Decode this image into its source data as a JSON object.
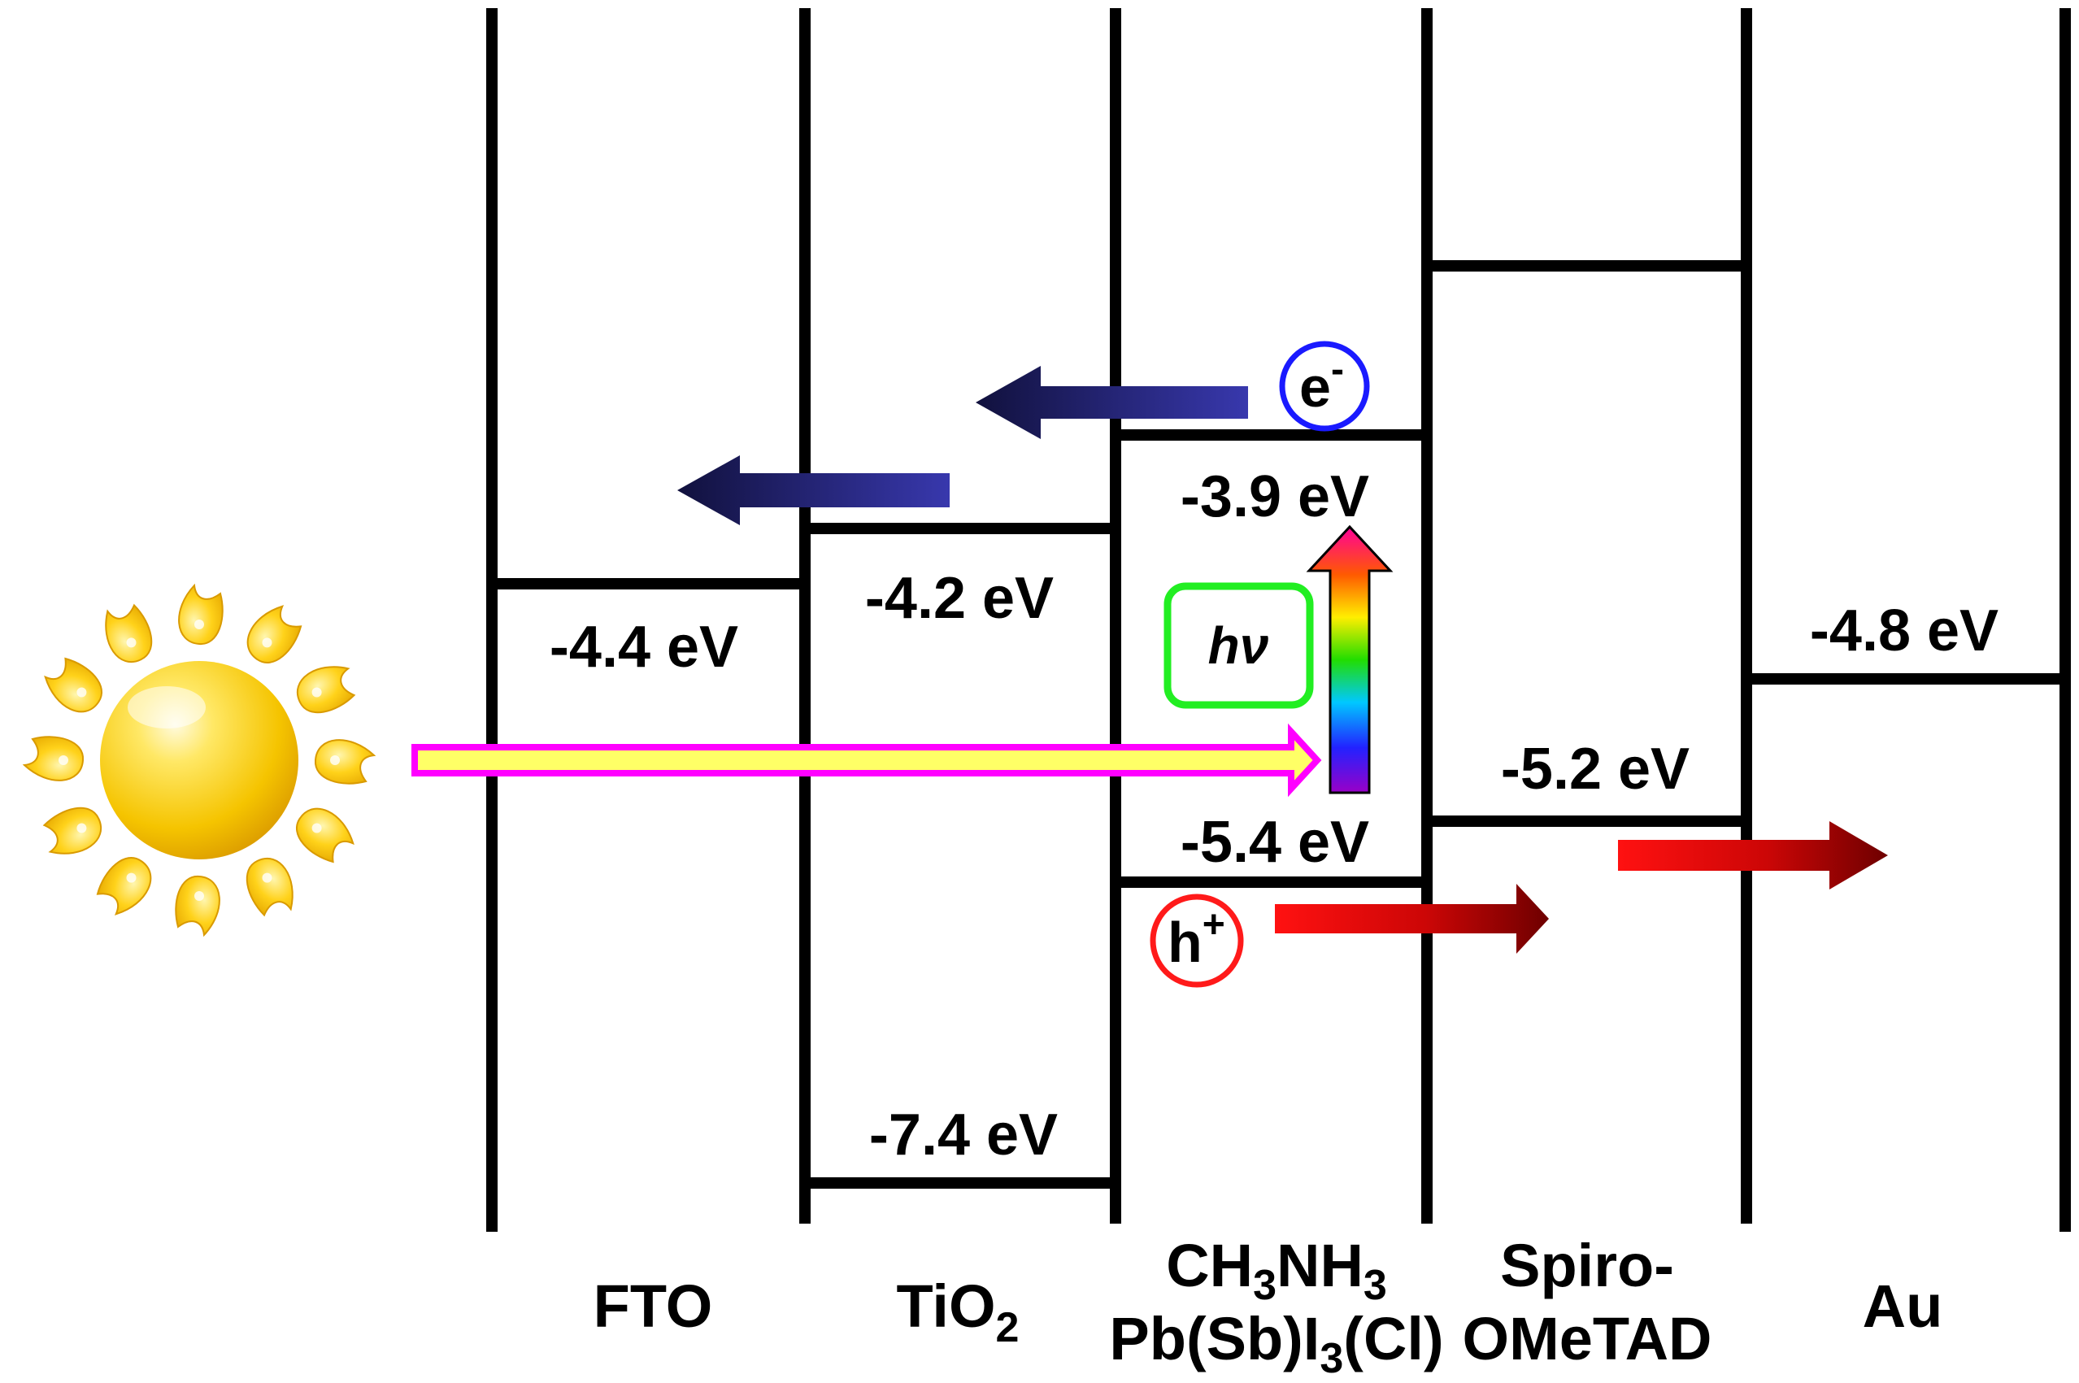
{
  "layers": [
    {
      "name": "FTO"
    },
    {
      "name": "TiO",
      "sub": "2"
    },
    {
      "line1": "CH",
      "line1_sub1": "3",
      "line1_mid": "NH",
      "line1_sub2": "3",
      "line2_a": "Pb(Sb)I",
      "line2_sub": "3",
      "line2_b": "(Cl)"
    },
    {
      "line1": "Spiro-",
      "line2": "OMeTAD"
    },
    {
      "name": "Au"
    }
  ],
  "energy_levels": {
    "fto": "-4.4 eV",
    "tio2_cb": "-4.2 eV",
    "tio2_vb": "-7.4 eV",
    "perovskite_cb": "-3.9 eV",
    "perovskite_vb": "-5.4 eV",
    "spiro_homo": "-5.2 eV",
    "au": "-4.8 eV"
  },
  "carriers": {
    "electron": "e",
    "electron_sup": "-",
    "hole": "h",
    "hole_sup": "+"
  },
  "photon": "hν",
  "colors": {
    "electron_circle": "#1a1aff",
    "hole_circle": "#ff1a1a",
    "photon_box": "#22ee22",
    "light_beam_outline": "#ff00ff",
    "light_beam_fill": "#ffff66",
    "electron_arrow_dark": "#14144a",
    "electron_arrow_light": "#3535a8",
    "hole_arrow_bright": "#ff1010",
    "hole_arrow_dark": "#7a0000",
    "sun": "#ffcc00"
  }
}
